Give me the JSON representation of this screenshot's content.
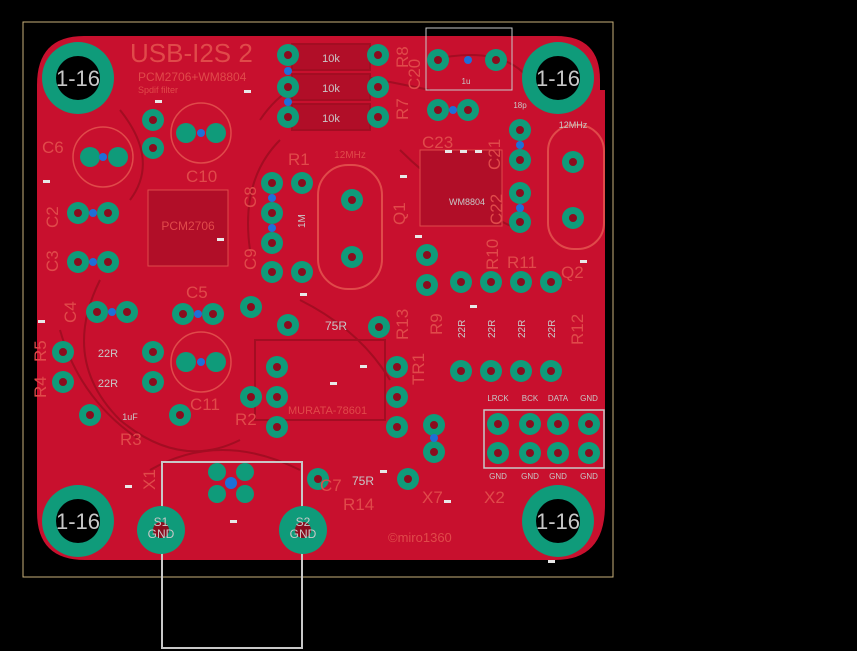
{
  "board": {
    "title": "USB-I2S 2",
    "subtitle": "PCM2706+WM8804",
    "subtitle2": "Spdif filter",
    "credit": "©miro1360",
    "colors": {
      "background": "#000000",
      "copper": "#c8102e",
      "copper_dark": "#a30d22",
      "pad": "#0f9b7a",
      "pad_ring": "#18b090",
      "hole": "#000000",
      "outline": "#c9b07a",
      "silkscreen": "#c8c8c8",
      "silk_red": "#e04a4a",
      "via_blue": "#1e6fd8"
    }
  },
  "mounting_holes": [
    "1-16",
    "1-16",
    "1-16",
    "1-16"
  ],
  "designators": {
    "c6": "C6",
    "c2": "C2",
    "c3": "C3",
    "c4": "C4",
    "c5": "C5",
    "c7": "C7",
    "c8": "C8",
    "c9": "C9",
    "c10": "C10",
    "c11": "C11",
    "c20": "C20",
    "c23": "C23",
    "c21": "C21",
    "c22": "C22",
    "r1": "R1",
    "r2": "R2",
    "r3": "R3",
    "r4": "R4",
    "r5": "R5",
    "r7": "R7",
    "r8": "R8",
    "r9": "R9",
    "r10": "R10",
    "r11": "R11",
    "r12": "R12",
    "r13": "R13",
    "r14": "R14",
    "q1": "Q1",
    "q2": "Q2",
    "tr1": "TR1",
    "x1": "X1",
    "x2": "X2",
    "x7": "X7",
    "s1": "S1",
    "s2": "S2",
    "gnd1": "GND",
    "gnd2": "GND",
    "murata": "MURATA-78601"
  },
  "values": {
    "res_top1": "10k",
    "res_top2": "10k",
    "res_top3": "10k",
    "res_75_top": "75R",
    "res_75_bottom": "75R",
    "res_22_a": "22R",
    "res_22_b": "22R",
    "res_22_c": "22R",
    "res_22_d": "22R",
    "res_22_e": "22R",
    "res_22_f": "22R",
    "cap_1u": "1u",
    "cap_18p": "18p",
    "cap_1uf": "1uF",
    "crystal1": "12MHz",
    "crystal2": "12MHz",
    "ic_pcm": "PCM2706",
    "ic_wm": "WM8804",
    "res_1m": "1M"
  },
  "x2_header": {
    "top": [
      "LRCK",
      "BCK",
      "DATA",
      "GND"
    ],
    "bottom": [
      "GND",
      "GND",
      "GND",
      "GND"
    ]
  }
}
